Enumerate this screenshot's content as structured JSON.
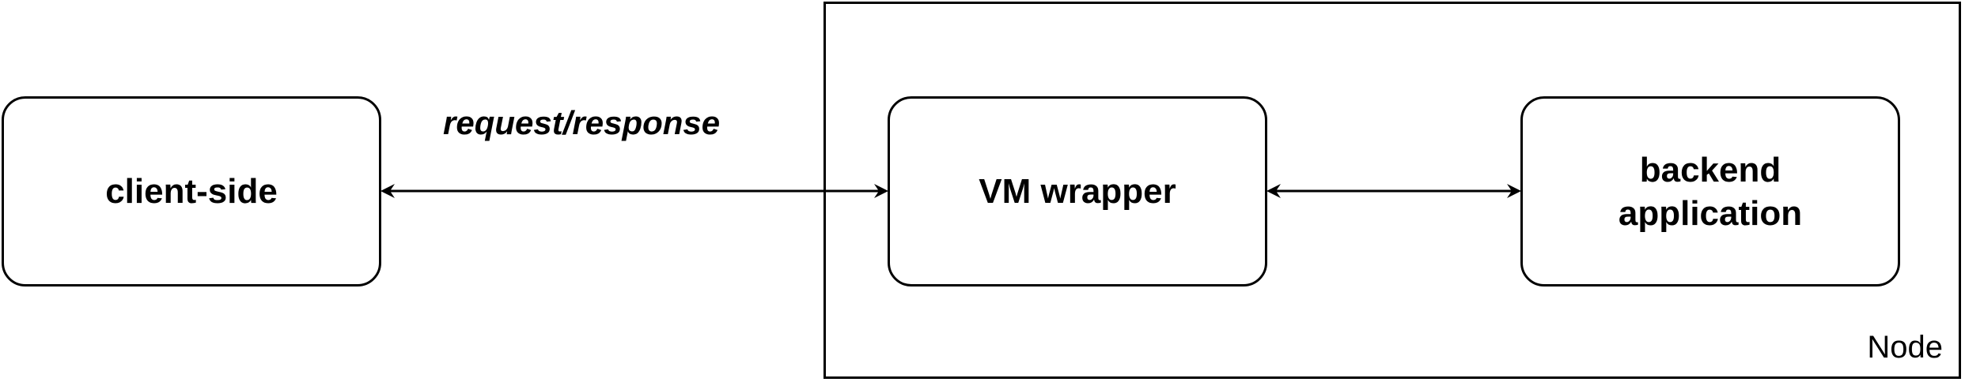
{
  "diagram": {
    "container": {
      "label": "Node"
    },
    "nodes": {
      "client": {
        "label": "client-side"
      },
      "vm": {
        "label": "VM wrapper"
      },
      "backend": {
        "label_line1": "backend",
        "label_line2": "application"
      }
    },
    "edges": {
      "client_vm": {
        "label": "request/response",
        "direction": "bidirectional"
      },
      "vm_backend": {
        "label": "",
        "direction": "bidirectional"
      }
    },
    "colors": {
      "stroke": "#000000",
      "fill": "#ffffff",
      "text": "#000000"
    }
  }
}
